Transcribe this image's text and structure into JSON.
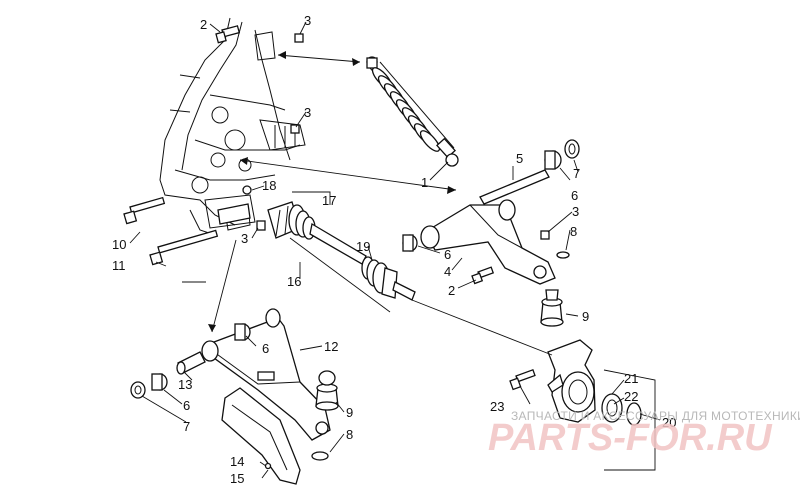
{
  "callouts": {
    "c1": "1",
    "c2a": "2",
    "c2b": "2",
    "c3a": "3",
    "c3b": "3",
    "c3c": "3",
    "c3d": "3",
    "c4": "4",
    "c5": "5",
    "c6a": "6",
    "c6b": "6",
    "c6c": "6",
    "c6d": "6",
    "c7a": "7",
    "c7b": "7",
    "c8a": "8",
    "c8b": "8",
    "c9a": "9",
    "c9b": "9",
    "c10": "10",
    "c11": "11",
    "c12": "12",
    "c13": "13",
    "c14": "14",
    "c15": "15",
    "c16": "16",
    "c17": "17",
    "c18": "18",
    "c19": "19",
    "c20": "20",
    "c21": "21",
    "c22": "22",
    "c23": "23"
  },
  "watermark": {
    "caption": "ЗАПЧАСТИ И АКСЕССУАРЫ ДЛЯ МОТОТЕХНИКИ",
    "logo": "PARTS-FOR.RU"
  },
  "colors": {
    "line": "#111111",
    "watermark_logo": "#f1c4c4",
    "watermark_caption": "#b8b8b8"
  }
}
